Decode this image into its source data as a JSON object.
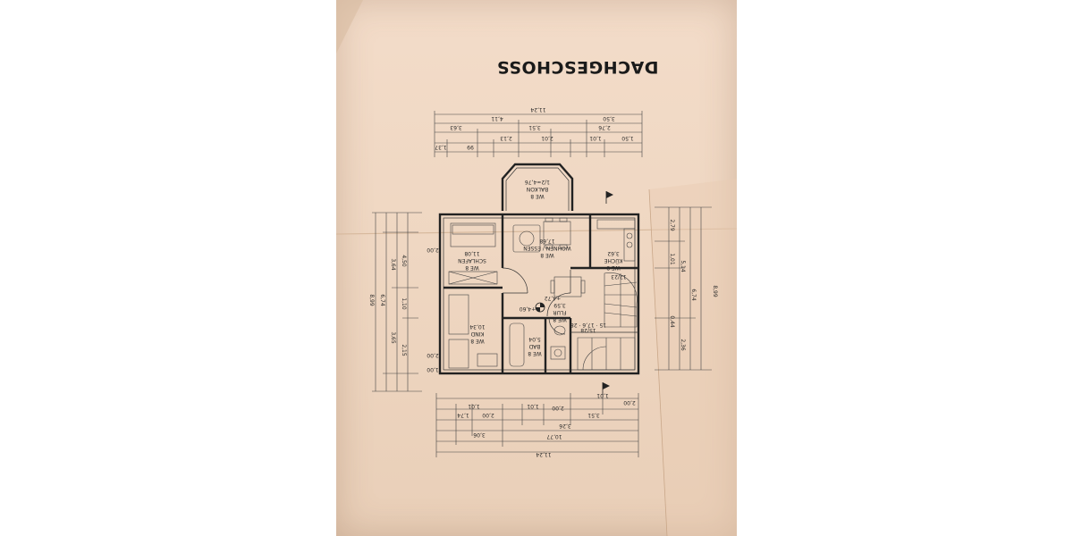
{
  "sheet": {
    "title": "DACHGESCHOSS"
  },
  "rooms": [
    {
      "id": "balkon",
      "unit": "WE 8",
      "name": "BALKON",
      "area": "1/2=4,76"
    },
    {
      "id": "wohnen",
      "unit": "WE 8",
      "name": "WOHNEN / ESSEN",
      "area": "17,68"
    },
    {
      "id": "kueche",
      "unit": "WE 8",
      "name": "KÜCHE",
      "area": "3,62"
    },
    {
      "id": "schlafen",
      "unit": "WE 8",
      "name": "SCHLAFEN",
      "area": "11,08"
    },
    {
      "id": "flur",
      "unit": "WE 8",
      "name": "FLUR",
      "area": "3,59"
    },
    {
      "id": "kind",
      "unit": "WE 8",
      "name": "KIND",
      "area": "10,34"
    },
    {
      "id": "bad",
      "unit": "WE 8",
      "name": "BAD",
      "area": "5,04"
    }
  ],
  "levels": {
    "flur_a": "+4,60",
    "flur_b": "+4,72",
    "stair": "12/23",
    "stair2": "15 · 17,6 · 28",
    "stair3": "15/28"
  },
  "dimensions": {
    "top_total": "11,24",
    "top_row2": [
      "4,11",
      "3,50"
    ],
    "top_row3": [
      "3,63",
      "3,51",
      "2,76"
    ],
    "top_row4": [
      "1,37",
      "99",
      "2,13",
      "2,01",
      "1,01",
      "1,50"
    ],
    "bottom_total": "11,24",
    "bottom_row2": [
      "10,77"
    ],
    "bottom_row3": [
      "3,06",
      "3,26"
    ],
    "bottom_row4": [
      "1,74",
      "2,00",
      "2,00",
      "3,51"
    ],
    "bottom_row5": [
      "1,01",
      "1,01",
      "1,01",
      "2,00"
    ],
    "left_total": "8,99",
    "left_row2": [
      "6,74"
    ],
    "left_row3": [
      "3,64",
      "3,65"
    ],
    "left_row4": [
      "4,50",
      "1,10",
      "2,15"
    ],
    "left_marks": [
      "2,00",
      "1,00",
      "2,00"
    ],
    "right_total": "8,99",
    "right_row2": [
      "6,74"
    ],
    "right_row3": [
      "5,14",
      "2,36"
    ],
    "right_row4": [
      "2,79",
      "1,01",
      "0,44"
    ]
  }
}
